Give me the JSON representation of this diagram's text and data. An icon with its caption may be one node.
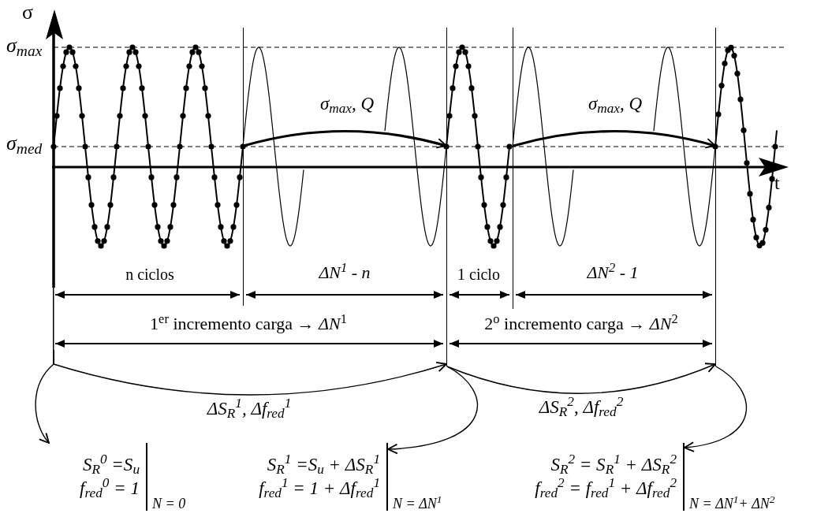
{
  "diagram": {
    "nodes": [
      {
        "text": [],
        "shape": "bar"
      },
      {
        "text": [],
        "shape": "bar"
      },
      {
        "text": [],
        "shape": "bar"
      },
      {
        "text": [],
        "shape": "bar"
      },
      {
        "text": [],
        "shape": "bar"
      },
      {
        "text": [],
        "shape": "bar"
      },
      {
        "text": [],
        "shape": "bar"
      },
      {
        "text": [
          "S$_{R}$$^{0}$ =S$_{u}$",
          "f$_{red}$$^{0}$ = 1"
        ],
        "beside": [
          "N = 0"
        ]
      },
      {
        "text": [
          "S$_{R}$$^{1}$ =S$_{u}$ + ΔS$_{R}$$^{1}$",
          "f$_{red}$$^{1}$ = 1 + Δf$_{red}$$^{1}$"
        ],
        "beside": [
          "N = ΔN$^{1}$"
        ]
      },
      {
        "text": [
          "S$_{R}$$^{2}$ = S$_{R}$$^{1}$ + ΔS$_{R}$$^{2}$",
          "f$_{red}$$^{2}$ = f$_{red}$$^{1}$ + Δf$_{red}$$^{2}$"
        ],
        "beside": [
          "N = ΔN$^{1}$+ ΔN$^{2}$"
        ]
      }
    ],
    "edges": [
      {
        "from": 1,
        "to": 2,
        "arrow": "to",
        "label": "σ$_{max}$, Q",
        "style": "thick"
      },
      {
        "from": 3,
        "to": 4,
        "arrow": "to",
        "label": "σ$_{max}$, Q",
        "style": "thick"
      },
      {
        "from": 0,
        "to": 5,
        "arrow": "to",
        "label": "ΔS$_{R}$$^{1}$, Δf$_{red}$$^{1}$"
      },
      {
        "from": 5,
        "to": 6,
        "arrow": "to",
        "label": "ΔS$_{R}$$^{2}$, Δf$_{red}$$^{2}$"
      },
      {
        "from": 0,
        "to": 7,
        "arrow": "to"
      },
      {
        "from": 5,
        "to": 8,
        "arrow": "to"
      },
      {
        "from": 6,
        "to": 9,
        "arrow": "to"
      }
    ],
    "labels": [
      "σ",
      "σ$_{max}$",
      "σ$_{med}$",
      "t",
      "n ciclos",
      "ΔN$^{1}$ - n",
      "1 ciclo",
      "ΔN$^{2}$ - 1",
      "1$^{er}$ incremento carga → *ΔN*$^{1}$",
      "2$^{o}$ incremento carga → *ΔN*$^{2}$"
    ]
  }
}
